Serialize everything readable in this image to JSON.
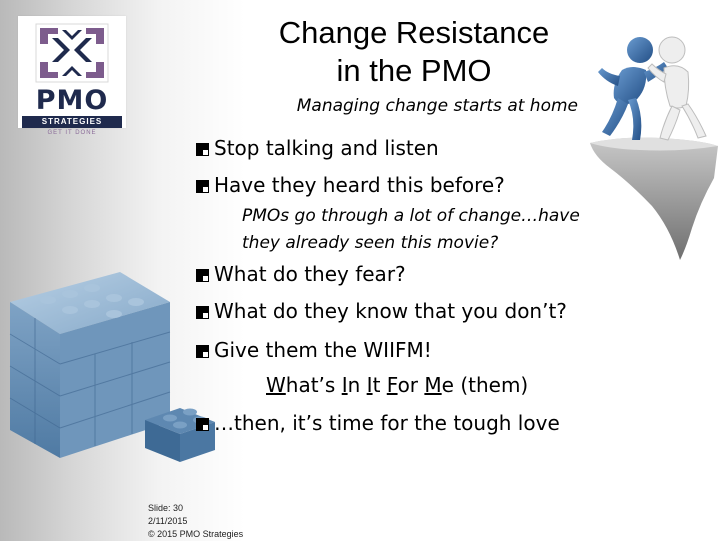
{
  "logo": {
    "word": "PMO",
    "strategies": "STRATEGIES",
    "tagline": "GET IT DONE"
  },
  "title_line1": "Change Resistance",
  "title_line2": "in the PMO",
  "subtitle": "Managing change starts at home",
  "bullets": {
    "b1": "Stop talking and listen",
    "b2": "Have they heard this before?",
    "note1": "PMOs go through a lot of change…have",
    "note2": "they already seen this movie?",
    "b3": "What do they fear?",
    "b4": "What do they know that you don’t?",
    "b5": "Give them the WIIFM!",
    "b6": "…then, it’s time for the tough love"
  },
  "wiifm": {
    "w1": "W",
    "w1r": "hat’s ",
    "w2": "I",
    "w2r": "n ",
    "w3": "I",
    "w3r": "t ",
    "w4": "F",
    "w4r": "or ",
    "w5": "M",
    "w5r": "e (them)"
  },
  "footer": {
    "slide": "Slide: 30",
    "date": "2/11/2015",
    "copyright": "© 2015 PMO Strategies"
  },
  "colors": {
    "logo_navy": "#1f2a4d",
    "logo_purple": "#8a6b99",
    "figure_blue": "#3d6fa8",
    "block_blue": "#7fa6c9"
  }
}
